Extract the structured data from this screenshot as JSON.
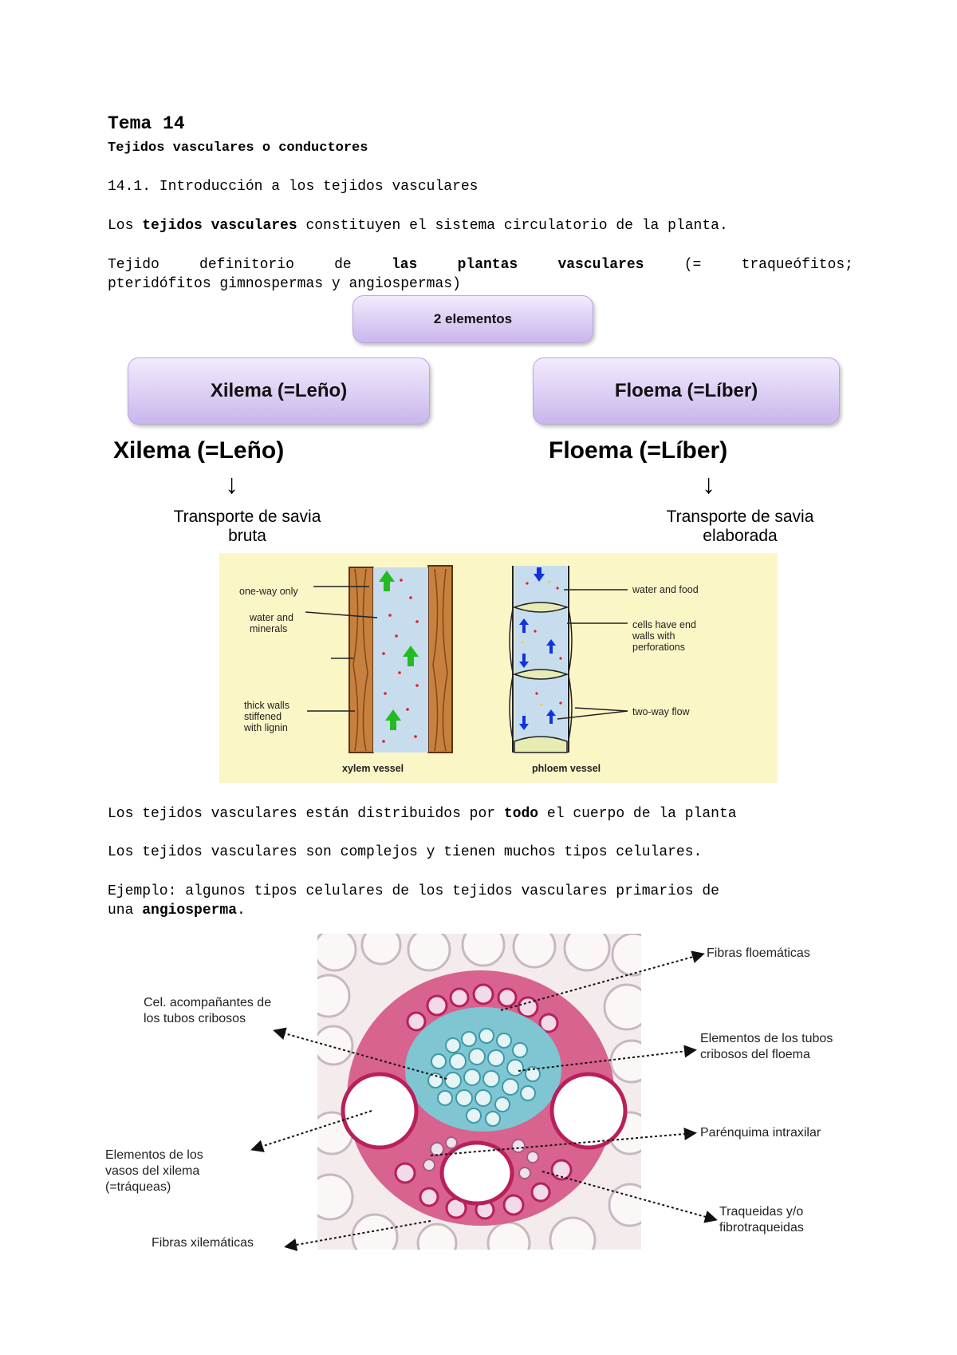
{
  "header": {
    "title": "Tema 14",
    "subtitle": "Tejidos vasculares o conductores"
  },
  "section": {
    "heading": "14.1. Introducción a los tejidos vasculares"
  },
  "paragraphs": {
    "p1_a": "Los ",
    "p1_b": "tejidos vasculares",
    "p1_c": " constituyen el sistema circulatorio de la planta.",
    "p2_w1": "Tejido",
    "p2_w2": "definitorio",
    "p2_w3": "de",
    "p2_w4": "las",
    "p2_w5": "plantas",
    "p2_w6": "vasculares",
    "p2_w7": "(=",
    "p2_w8": "traqueófitos;",
    "p2_line2": "pteridófitos gimnospermas y angiospermas)",
    "p3_a": "Los tejidos vasculares están distribuidos por ",
    "p3_b": "todo",
    "p3_c": " el cuerpo de la planta",
    "p4": "Los tejidos vasculares son complejos y tienen muchos tipos celulares.",
    "p5_line1": "Ejemplo: algunos tipos celulares de los tejidos vasculares primarios de",
    "p5_a": "una ",
    "p5_b": "angiosperma",
    "p5_c": "."
  },
  "diagram": {
    "root": "2 elementos",
    "left_box": "Xilema (=Leño)",
    "right_box": "Floema (=Líber)",
    "left_heading": "Xilema (=Leño)",
    "right_heading": "Floema (=Líber)",
    "arrow": "↓",
    "left_desc_1": "Transporte de savia",
    "left_desc_2": "bruta",
    "right_desc_1": "Transporte de savia",
    "right_desc_2": "elaborada"
  },
  "vessel_figure": {
    "xylem_labels": [
      "one-way only",
      "water and",
      "minerals",
      "thick walls",
      "stiffened",
      "with lignin"
    ],
    "xylem_caption": "xylem vessel",
    "phloem_labels": [
      "water and food",
      "cells have end",
      "walls with",
      "perforations",
      "two-way flow"
    ],
    "phloem_caption": "phloem vessel",
    "colors": {
      "background": "#fbf6c6",
      "wood": "#c8803e",
      "lumen": "#c7dcec",
      "up_arrow": "#22bb22",
      "flow_arrow": "#1133dd"
    }
  },
  "micrograph": {
    "labels": {
      "fibras_floematicas": "Fibras floemáticas",
      "acompanantes_1": "Cel. acompañantes de",
      "acompanantes_2": "los tubos cribosos",
      "tubos_1": "Elementos de los tubos",
      "tubos_2": "cribosos del floema",
      "parenquima": "Parénquima intraxilar",
      "vasos_1": "Elementos de los",
      "vasos_2": "vasos del xilema",
      "vasos_3": "(=tráqueas)",
      "traqueidas_1": "Traqueidas y/o",
      "traqueidas_2": "fibrotraqueidas",
      "fibras_xilematicas": "Fibras xilemáticas"
    }
  }
}
